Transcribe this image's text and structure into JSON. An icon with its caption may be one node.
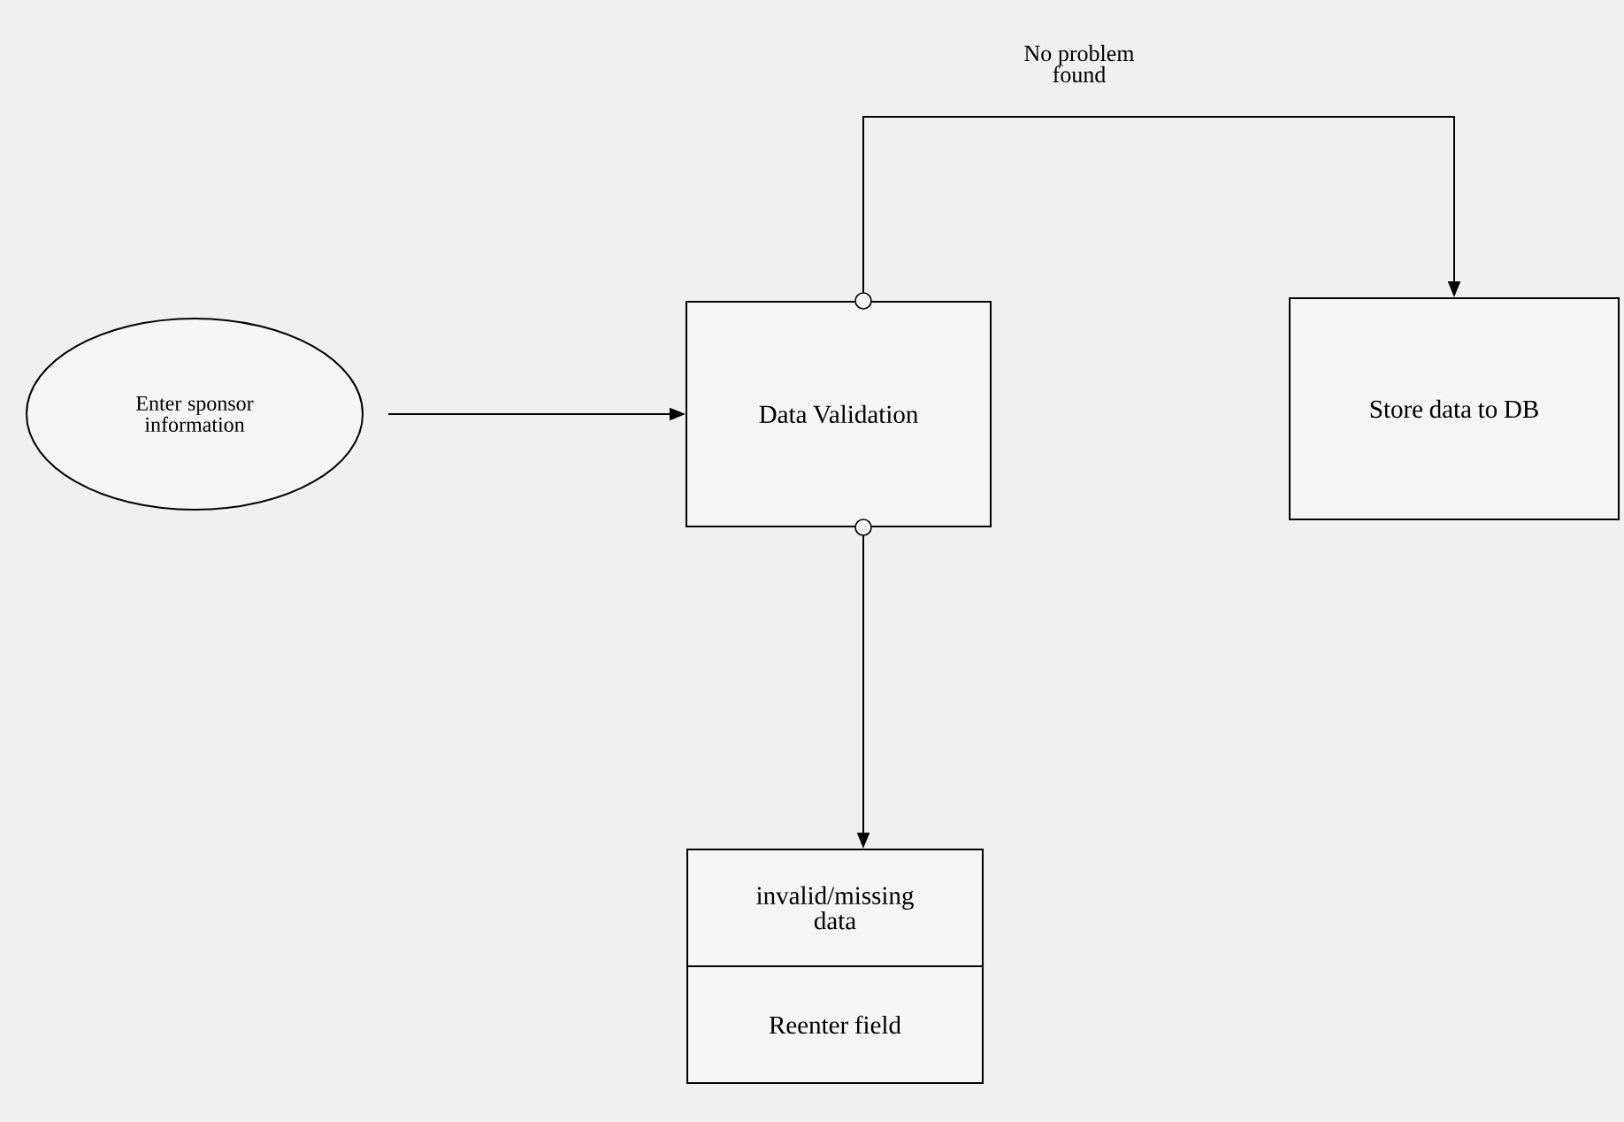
{
  "diagram": {
    "nodes": [
      {
        "text": [
          "Enter sponsor information"
        ]
      },
      {
        "text": [
          "Data Validation"
        ]
      },
      {
        "text": [
          "Store data to DB"
        ]
      },
      {
        "text": [
          "invalid/missing data"
        ]
      },
      {
        "text": [
          "Reenter field"
        ]
      }
    ],
    "edges": [
      {
        "from": 0,
        "to": 1,
        "arrow": "to"
      },
      {
        "from": 1,
        "to": 2,
        "arrow": "to",
        "label": "No problem found"
      },
      {
        "from": 1,
        "to": 3,
        "arrow": "to"
      }
    ]
  }
}
